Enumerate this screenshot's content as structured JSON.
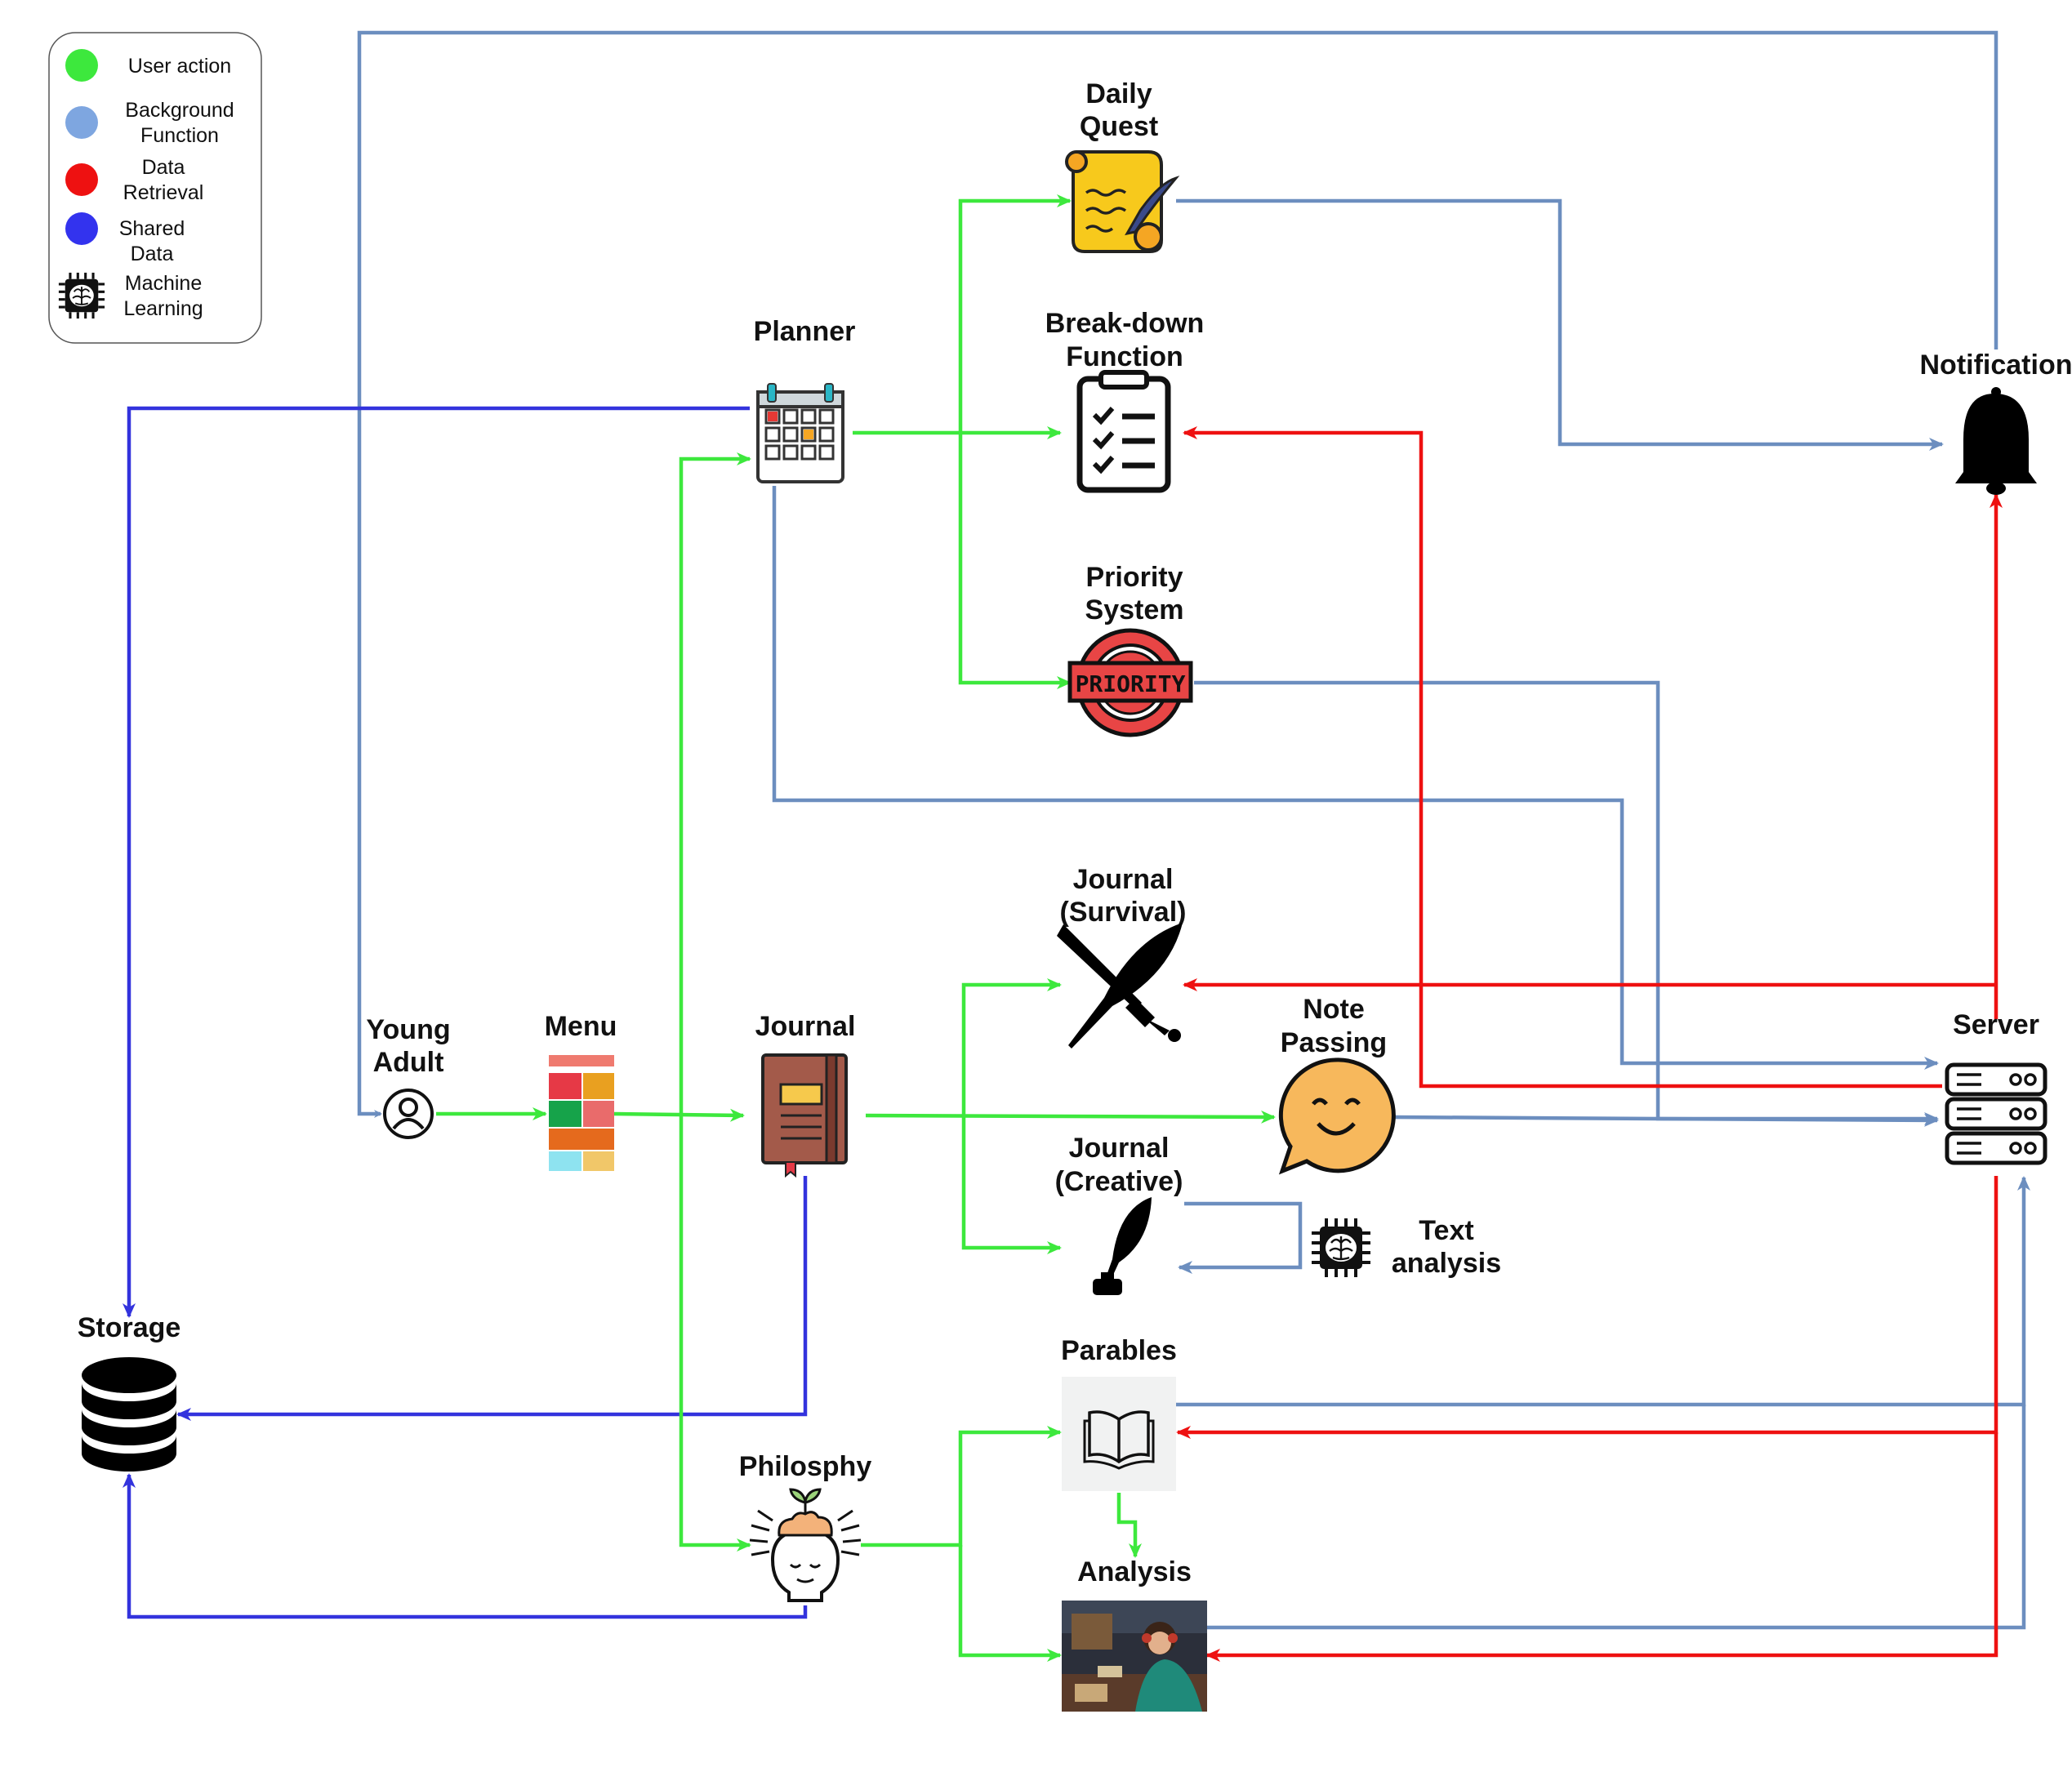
{
  "colors": {
    "user_action": "#3de83d",
    "background_function": "#6c8ebf",
    "data_retrieval": "#ee1111",
    "shared_data": "#3333dd"
  },
  "legend": {
    "user_action": "User action",
    "background_function_1": "Background",
    "background_function_2": "Function",
    "data_retrieval_1": "Data",
    "data_retrieval_2": "Retrieval",
    "shared_data_1": "Shared",
    "shared_data_2": "Data",
    "machine_learning_1": "Machine",
    "machine_learning_2": "Learning"
  },
  "nodes": {
    "daily_quest": [
      "Daily",
      "Quest"
    ],
    "planner": "Planner",
    "breakdown": [
      "Break-down",
      "Function"
    ],
    "notification": "Notification",
    "priority": [
      "Priority",
      "System"
    ],
    "journal_survival": [
      "Journal",
      "(Survival)"
    ],
    "young_adult": [
      "Young",
      "Adult"
    ],
    "menu": "Menu",
    "journal": "Journal",
    "note_passing": [
      "Note",
      "Passing"
    ],
    "server": "Server",
    "journal_creative": [
      "Journal",
      "(Creative)"
    ],
    "text_analysis": [
      "Text",
      "analysis"
    ],
    "storage": "Storage",
    "parables": "Parables",
    "philosophy": "Philosphy",
    "analysis": "Analysis",
    "priority_badge": "PRIORITY"
  },
  "icons": {
    "daily_quest": "scroll-quill-icon",
    "planner": "calendar-icon",
    "breakdown": "checklist-clipboard-icon",
    "notification": "bell-icon",
    "priority": "priority-stamp-icon",
    "journal_survival": "crossed-quill-sword-icon",
    "young_adult": "user-circle-icon",
    "menu": "menu-tiles-icon",
    "journal": "notebook-icon",
    "note_passing": "smiley-speech-bubble-icon",
    "server": "server-rack-icon",
    "journal_creative": "quill-inkwell-icon",
    "text_analysis": "brain-chip-icon",
    "storage": "database-icon",
    "parables": "open-book-icon",
    "philosophy": "mind-plant-icon",
    "analysis": "reading-scene-image"
  }
}
